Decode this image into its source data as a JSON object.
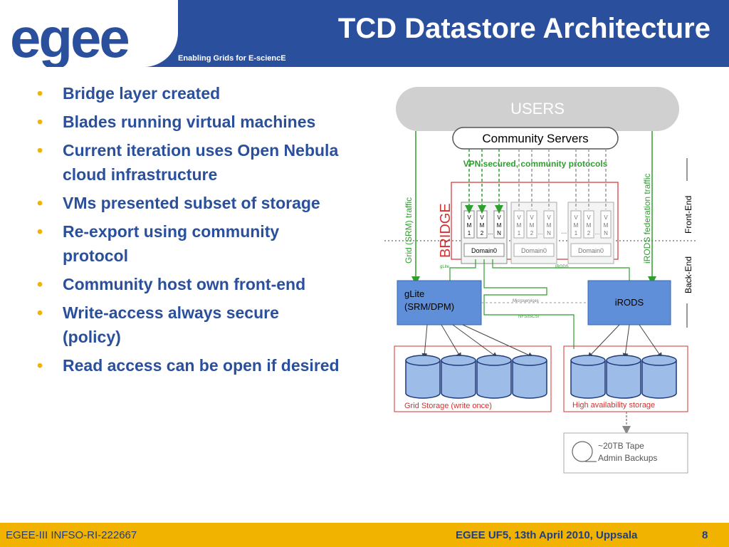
{
  "header": {
    "title": "TCD Datastore Architecture",
    "tagline": "Enabling Grids for E-sciencE",
    "logo_text": "egee"
  },
  "bullets": [
    "Bridge layer created",
    "Blades running virtual machines",
    "Current iteration uses Open Nebula cloud infrastructure",
    "VMs presented subset of storage",
    "Re-export using community protocol",
    "Community host own front-end",
    "Write-access always secure (policy)",
    "Read access can be open if desired"
  ],
  "diagram": {
    "users": "USERS",
    "community_servers": "Community Servers",
    "vpn_label": "VPN secured, community protocols",
    "bridge": "BRIDGE",
    "grid_traffic": "Grid (SRM) traffic",
    "irods_traffic": "iRODS federation traffic",
    "front_end": "Front-End",
    "back_end": "Back-End",
    "vm_labels": [
      "V\nM\n1",
      "V\nM\n2",
      "V\nM\nN"
    ],
    "ellipsis": "...",
    "domain": "Domain0",
    "glite_small": "gLite",
    "irods_small": "iRODS",
    "glite_box": [
      "gLite",
      "(SRM/DPM)"
    ],
    "irods_box": "iRODS",
    "microservices": "Microservices",
    "nfs": "NFS/iSCSI",
    "grid_storage": "Grid Storage (write once)",
    "ha_storage": "High availability storage",
    "tape": [
      "~20TB Tape",
      "Admin Backups"
    ]
  },
  "footer": {
    "left": "EGEE-III INFSO-RI-222667",
    "center": "EGEE UF5, 13th  April 2010, Uppsala",
    "page": "8"
  },
  "colors": {
    "header_blue": "#2a4f9c",
    "footer_gold": "#f1b200",
    "green": "#2f9e2f",
    "red": "#d63030",
    "box_blue": "#5f8fd8"
  }
}
